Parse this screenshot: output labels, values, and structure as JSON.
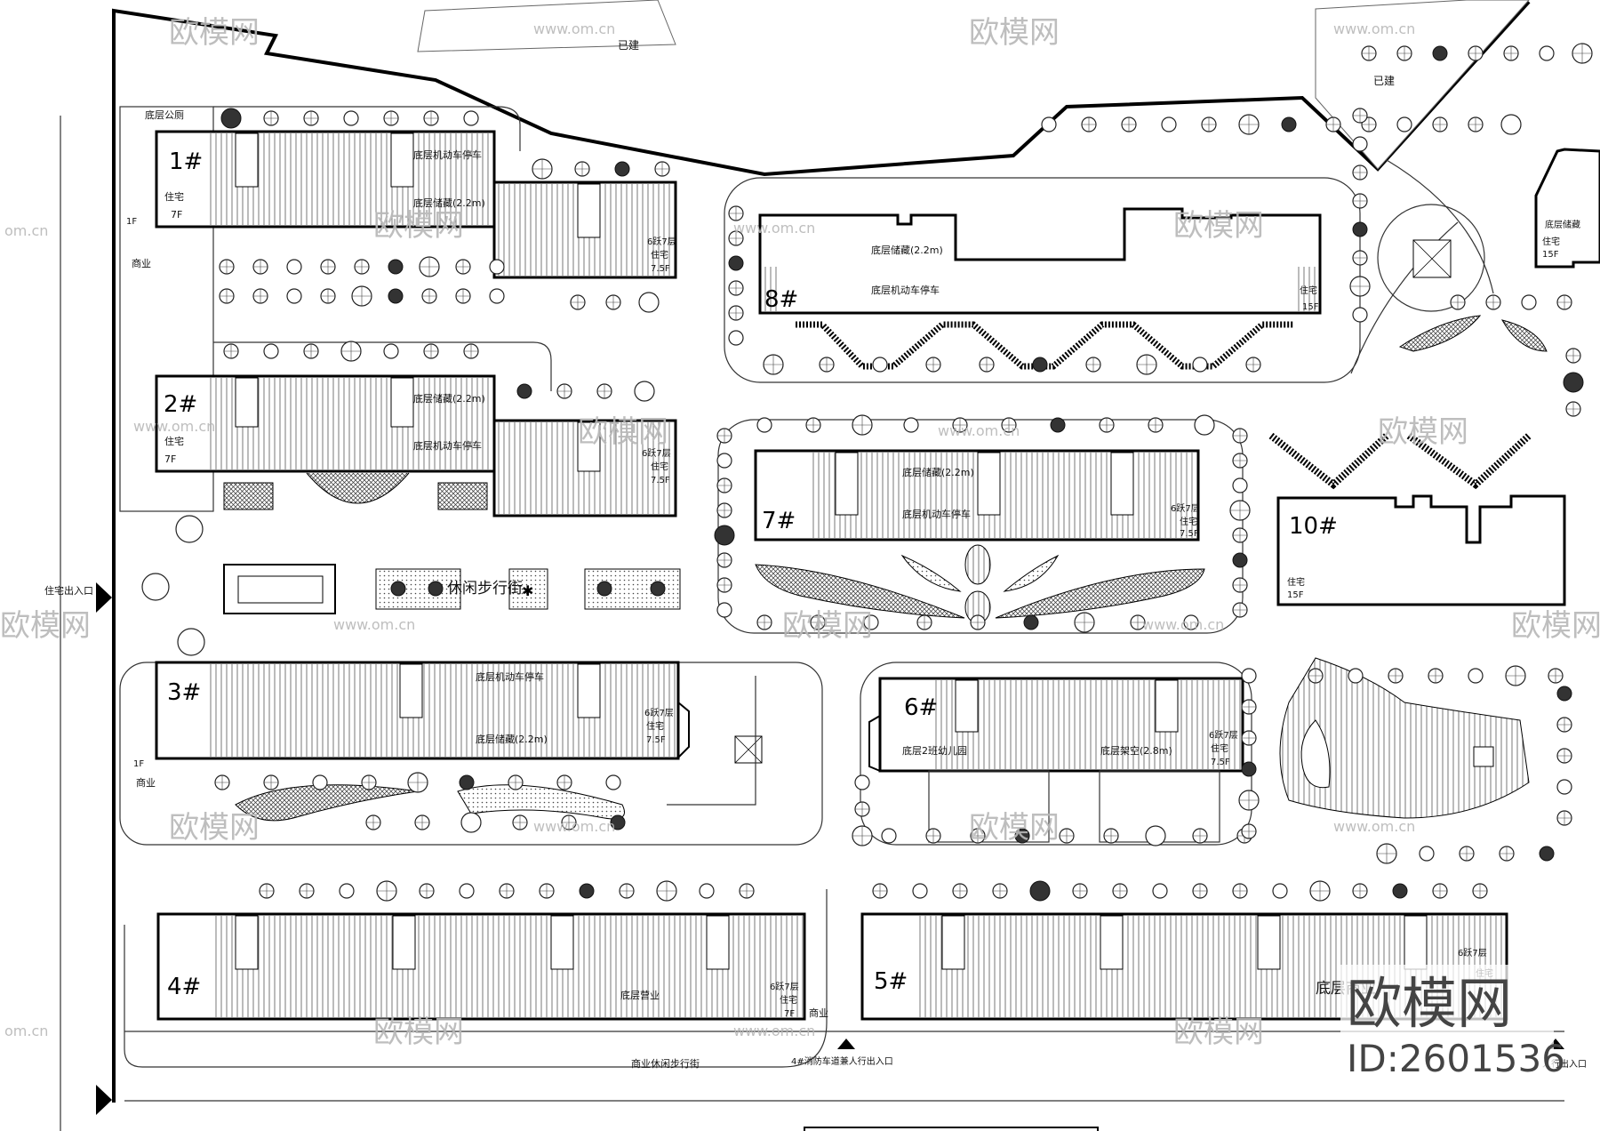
{
  "buildings": [
    {
      "id": "b1",
      "num": "1#",
      "labels": [
        "底层公厕",
        "底层机动车停车",
        "底层储藏(2.2m)",
        "住宅",
        "7F",
        "6跃7层",
        "住宅",
        "7.5F"
      ]
    },
    {
      "id": "b2",
      "num": "2#",
      "labels": [
        "底层储藏(2.2m)",
        "底层机动车停车",
        "住宅",
        "7F",
        "6跃7层",
        "住宅",
        "7.5F"
      ]
    },
    {
      "id": "b3",
      "num": "3#",
      "labels": [
        "底层机动车停车",
        "底层储藏(2.2m)",
        "6跃7层",
        "住宅",
        "7.5F"
      ]
    },
    {
      "id": "b4",
      "num": "4#",
      "labels": [
        "底层营业",
        "6跃7层",
        "住宅",
        "7F"
      ]
    },
    {
      "id": "b5",
      "num": "5#",
      "labels": [
        "底层商业",
        "6跃7层",
        "住宅"
      ]
    },
    {
      "id": "b6",
      "num": "6#",
      "labels": [
        "底层2班幼儿园",
        "底层架空(2.8m)",
        "6跃7层",
        "住宅",
        "7.5F"
      ]
    },
    {
      "id": "b7",
      "num": "7#",
      "labels": [
        "底层储藏(2.2m)",
        "底层机动车停车",
        "6跃7层",
        "住宅",
        "7.5F"
      ]
    },
    {
      "id": "b8",
      "num": "8#",
      "labels": [
        "底层储藏(2.2m)",
        "底层机动车停车",
        "住宅",
        "15F"
      ]
    },
    {
      "id": "b10",
      "num": "10#",
      "labels": [
        "住宅",
        "15F"
      ]
    },
    {
      "id": "b9",
      "num": "",
      "labels": [
        "底层储藏",
        "住宅",
        "15F"
      ]
    }
  ],
  "site_labels": {
    "built_top": "已建",
    "built_right": "已建",
    "commercial_1f_top": "1F",
    "commercial_top": "商业",
    "commercial_1f_mid": "1F",
    "commercial_mid": "商业",
    "residential_entrance": "住宅出入口",
    "leisure_walk": "休闲步行街",
    "commercial_street": "商业休闲步行街",
    "fire_lane_entrance": "4#消防车道兼人行出入口",
    "pedestrian_entrance": "人行出入口",
    "commercial_small": "商业"
  },
  "watermark": {
    "logo_text": "欧模网",
    "site_text": "www.om.cn",
    "small_site": "om.cn",
    "id_text": "ID:2601536"
  }
}
